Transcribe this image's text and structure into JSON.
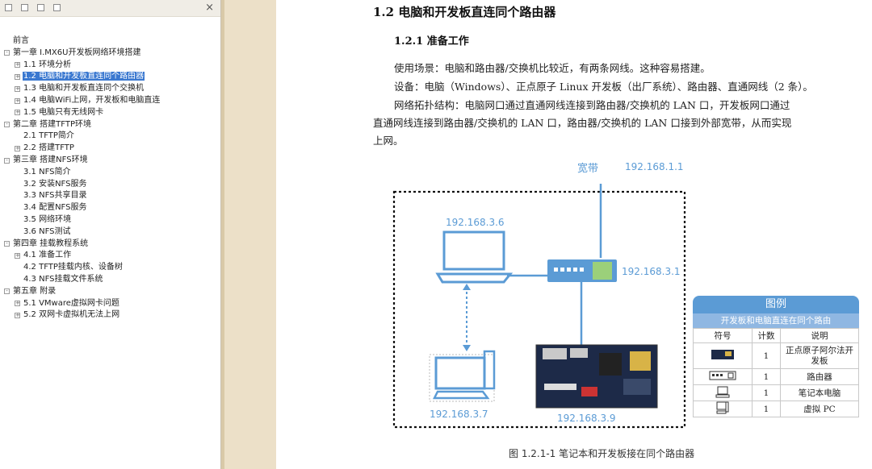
{
  "sidebar": {
    "close_label": "×",
    "tree": [
      {
        "label": "前言",
        "level": 0,
        "toggle": ""
      },
      {
        "label": "第一章 I.MX6U开发板网络环境搭建",
        "level": 0,
        "toggle": "-"
      },
      {
        "label": "1.1 环境分析",
        "level": 1,
        "toggle": "+"
      },
      {
        "label": "1.2 电脑和开发板直连同个路由器",
        "level": 1,
        "toggle": "+",
        "selected": true
      },
      {
        "label": "1.3 电脑和开发板直连同个交换机",
        "level": 1,
        "toggle": "+"
      },
      {
        "label": "1.4 电脑WiFi上网，开发板和电脑直连",
        "level": 1,
        "toggle": "+"
      },
      {
        "label": "1.5 电脑只有无线网卡",
        "level": 1,
        "toggle": "+"
      },
      {
        "label": "第二章 搭建TFTP环境",
        "level": 0,
        "toggle": "-"
      },
      {
        "label": "2.1 TFTP简介",
        "level": 1,
        "toggle": ""
      },
      {
        "label": "2.2 搭建TFTP",
        "level": 1,
        "toggle": "+"
      },
      {
        "label": "第三章 搭建NFS环境",
        "level": 0,
        "toggle": "-"
      },
      {
        "label": "3.1 NFS简介",
        "level": 1,
        "toggle": ""
      },
      {
        "label": "3.2 安装NFS服务",
        "level": 1,
        "toggle": ""
      },
      {
        "label": "3.3 NFS共享目录",
        "level": 1,
        "toggle": ""
      },
      {
        "label": "3.4 配置NFS服务",
        "level": 1,
        "toggle": ""
      },
      {
        "label": "3.5 网络环境",
        "level": 1,
        "toggle": ""
      },
      {
        "label": "3.6 NFS测试",
        "level": 1,
        "toggle": ""
      },
      {
        "label": "第四章 挂载教程系统",
        "level": 0,
        "toggle": "-"
      },
      {
        "label": "4.1 准备工作",
        "level": 1,
        "toggle": "+"
      },
      {
        "label": "4.2 TFTP挂载内核、设备树",
        "level": 1,
        "toggle": ""
      },
      {
        "label": "4.3 NFS挂载文件系统",
        "level": 1,
        "toggle": ""
      },
      {
        "label": "第五章 附录",
        "level": 0,
        "toggle": "-"
      },
      {
        "label": "5.1 VMware虚拟网卡问题",
        "level": 1,
        "toggle": "+"
      },
      {
        "label": "5.2 双网卡虚拟机无法上网",
        "level": 1,
        "toggle": "+"
      }
    ]
  },
  "doc": {
    "section_title": "1.2 电脑和开发板直连同个路由器",
    "subsection_title": "1.2.1 准备工作",
    "paragraphs": [
      "使用场景：电脑和路由器/交换机比较近，有两条网线。这种容易搭建。",
      "设备：电脑（Windows）、正点原子 Linux 开发板（出厂系统）、路由器、直通网线（2 条）。",
      "网络拓扑结构：电脑网口通过直通网线连接到路由器/交换机的 LAN 口，开发板网口通过",
      "直通网线连接到路由器/交换机的 LAN 口，路由器/交换机的 LAN 口接到外部宽带，从而实现",
      "上网。"
    ],
    "diagram": {
      "broadband_label": "宽带",
      "broadband_ip": "192.168.1.1",
      "laptop_ip": "192.168.3.6",
      "router_ip": "192.168.3.1",
      "vm_ip": "192.168.3.7",
      "board_ip": "192.168.3.9",
      "line_color": "#5b9bd5"
    },
    "legend": {
      "title": "图例",
      "subtitle": "开发板和电脑直连在同个路由",
      "headers": [
        "符号",
        "计数",
        "说明"
      ],
      "rows": [
        {
          "count": "1",
          "desc": "正点原子阿尔法开发板"
        },
        {
          "count": "1",
          "desc": "路由器"
        },
        {
          "count": "1",
          "desc": "笔记本电脑"
        },
        {
          "count": "1",
          "desc": "虚拟 PC"
        }
      ]
    },
    "caption": "图 1.2.1-1 笔记本和开发板接在同个路由器"
  }
}
